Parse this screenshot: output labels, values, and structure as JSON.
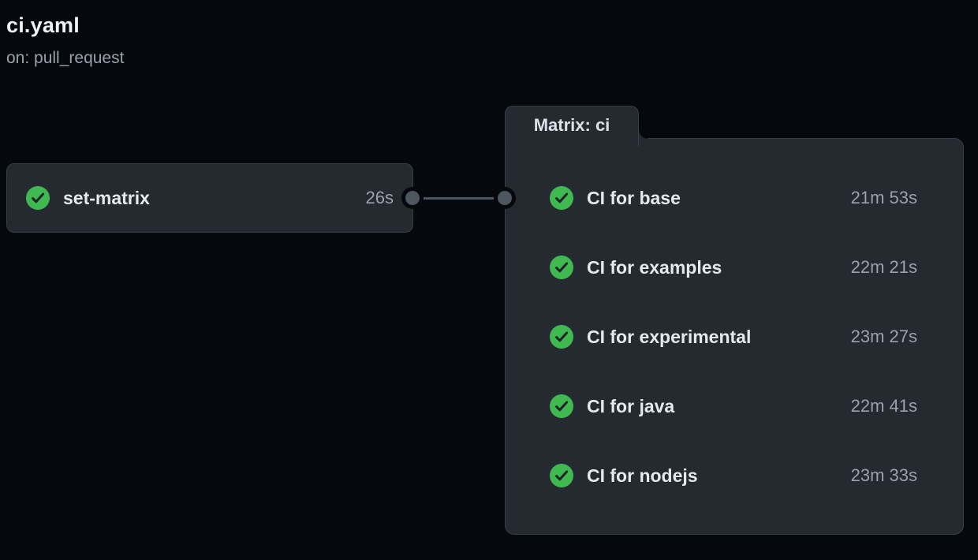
{
  "header": {
    "title": "ci.yaml",
    "trigger": "on: pull_request"
  },
  "root_job": {
    "name": "set-matrix",
    "duration": "26s",
    "status": "success"
  },
  "matrix": {
    "label": "Matrix: ci",
    "jobs": [
      {
        "name": "CI for base",
        "duration": "21m 53s",
        "status": "success"
      },
      {
        "name": "CI for examples",
        "duration": "22m 21s",
        "status": "success"
      },
      {
        "name": "CI for experimental",
        "duration": "23m 27s",
        "status": "success"
      },
      {
        "name": "CI for java",
        "duration": "22m 41s",
        "status": "success"
      },
      {
        "name": "CI for nodejs",
        "duration": "23m 33s",
        "status": "success"
      }
    ]
  },
  "icons": {
    "status_success": "check-circle-icon"
  },
  "colors": {
    "page_background": "#05080c",
    "card_background": "#252a31",
    "card_border": "#363d46",
    "success_green": "#3fb950",
    "check_stroke": "#1f242b",
    "connector_gray": "#4d555f",
    "text_primary": "#e4e9ee",
    "text_muted": "#99a1ab"
  }
}
